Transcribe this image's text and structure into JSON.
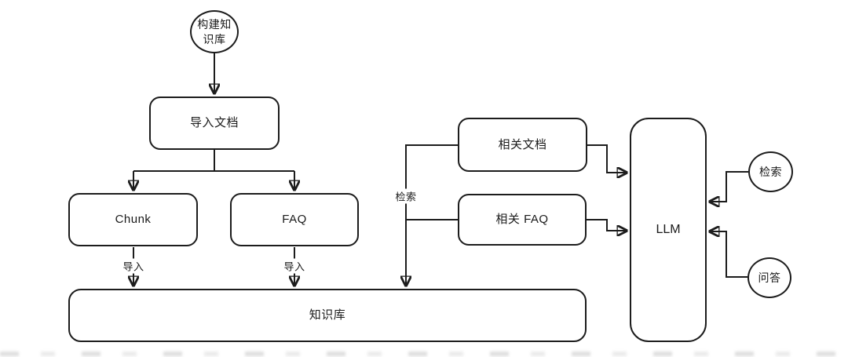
{
  "diagram": {
    "colors": {
      "background": "#ffffff",
      "stroke": "#1c1c1c",
      "text": "#1a1a1a",
      "watermark_gray": "#a0a0a0"
    },
    "nodes": {
      "start": {
        "label": "构建知识库"
      },
      "import_doc": {
        "label": "导入文档"
      },
      "chunk": {
        "label": "Chunk"
      },
      "faq": {
        "label": "FAQ"
      },
      "knowledge_base": {
        "label": "知识库"
      },
      "related_docs": {
        "label": "相关文档"
      },
      "related_faq": {
        "label": "相关 FAQ"
      },
      "llm": {
        "label": "LLM"
      },
      "retrieve_circle": {
        "label": "检索"
      },
      "qa_circle": {
        "label": "问答"
      }
    },
    "edge_labels": {
      "import_left": "导入",
      "import_right": "导入",
      "retrieve": "检索"
    }
  }
}
